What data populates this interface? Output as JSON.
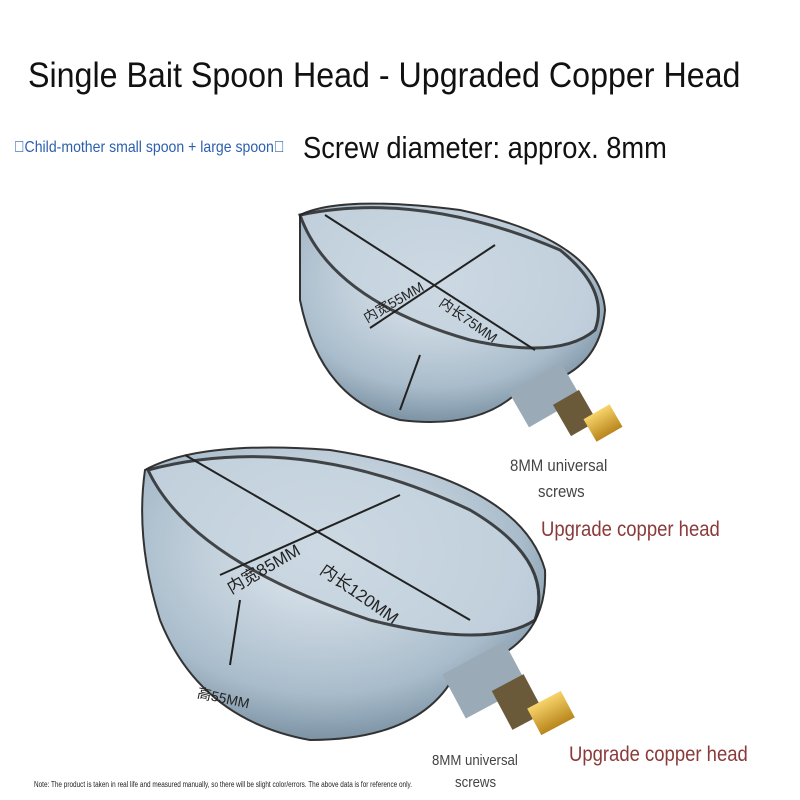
{
  "title": "Single Bait Spoon Head - Upgraded Copper Head",
  "subtitle": "\u0000Child-mother small spoon + large spoon\u0000",
  "screw_diameter": "Screw diameter: approx. 8mm",
  "small_spoon": {
    "width": "内宽55MM",
    "length": "内长75MM",
    "screw_label_1": "8MM universal",
    "screw_label_2": "screws",
    "copper_label": "Upgrade copper head"
  },
  "large_spoon": {
    "width": "内宽85MM",
    "length": "内长120MM",
    "height": "高55MM",
    "screw_label_1": "8MM universal",
    "screw_label_2": "screws",
    "copper_label": "Upgrade copper head"
  },
  "note": "Note: The product is taken in real life and measured manually, so there will be slight color/errors. The above data is for reference only.",
  "colors": {
    "subtitle": "#2b5fb0",
    "copper_label": "#8b3a3a",
    "spoon": "#9fb3c4"
  }
}
